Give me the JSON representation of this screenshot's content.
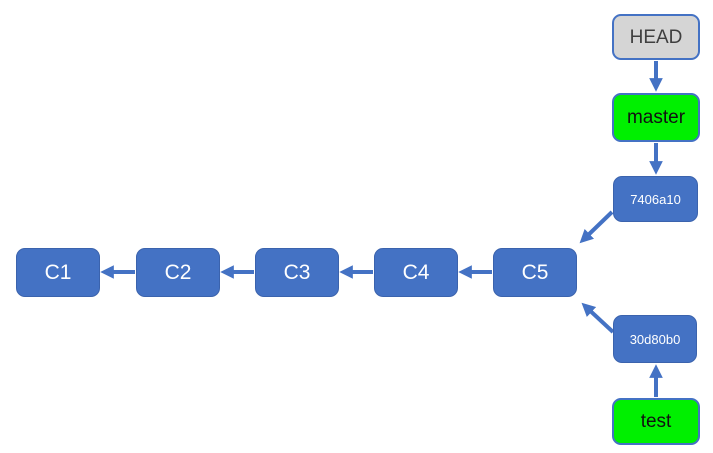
{
  "diagram": {
    "type": "git-commit-graph",
    "head_node": "HEAD",
    "branch_master": "master",
    "branch_test": "test",
    "hash_top": "7406a10",
    "hash_bottom": "30d80b0",
    "commits": [
      "C1",
      "C2",
      "C3",
      "C4",
      "C5"
    ]
  },
  "colors": {
    "commit_fill": "#4472c4",
    "commit_border": "#3b63ad",
    "commit_text": "#ffffff",
    "branch_fill": "#00f000",
    "branch_text": "#111111",
    "head_fill": "#d5d5d5",
    "head_text": "#3f3f3f",
    "node_border": "#4472c4",
    "arrow": "#4472c4"
  }
}
